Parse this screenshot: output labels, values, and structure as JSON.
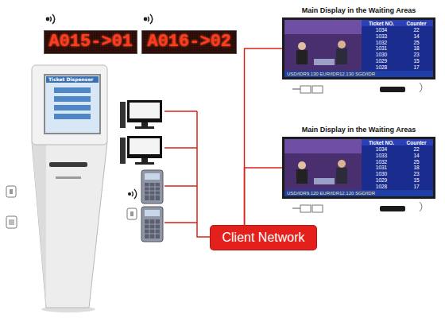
{
  "diagram": {
    "nodes": [
      {
        "text": [
          "A015->01"
        ]
      },
      {
        "text": [
          "A016->02"
        ]
      },
      {
        "text": [
          "Main Display in the Waiting Areas"
        ]
      },
      {
        "text": [
          "Ticket Dispenser"
        ]
      },
      {
        "text": [
          "Main Display in the Waiting Areas"
        ]
      },
      {
        "text": [
          "Client Network"
        ]
      }
    ],
    "edges": [
      {
        "from": 5,
        "to": 2,
        "arrow": "none"
      },
      {
        "from": 5,
        "to": 4,
        "arrow": "none"
      }
    ],
    "labels": [
      "Ticket NO.",
      "Counter",
      "1034",
      "22",
      "1033",
      "14",
      "1032",
      "25",
      "1031",
      "18",
      "1030",
      "23",
      "1029",
      "15",
      "1028",
      "17",
      "USD/IDR9.130 EUR/IDR12.130 SGD/IDR",
      "Ticket NO.",
      "Counter",
      "1034",
      "22",
      "1033",
      "14",
      "1032",
      "25",
      "1031",
      "18",
      "1030",
      "23",
      "1029",
      "15",
      "1028",
      "17",
      "USD/IDR9.120 EUR/IDR12.120 SGD/IDR"
    ]
  }
}
